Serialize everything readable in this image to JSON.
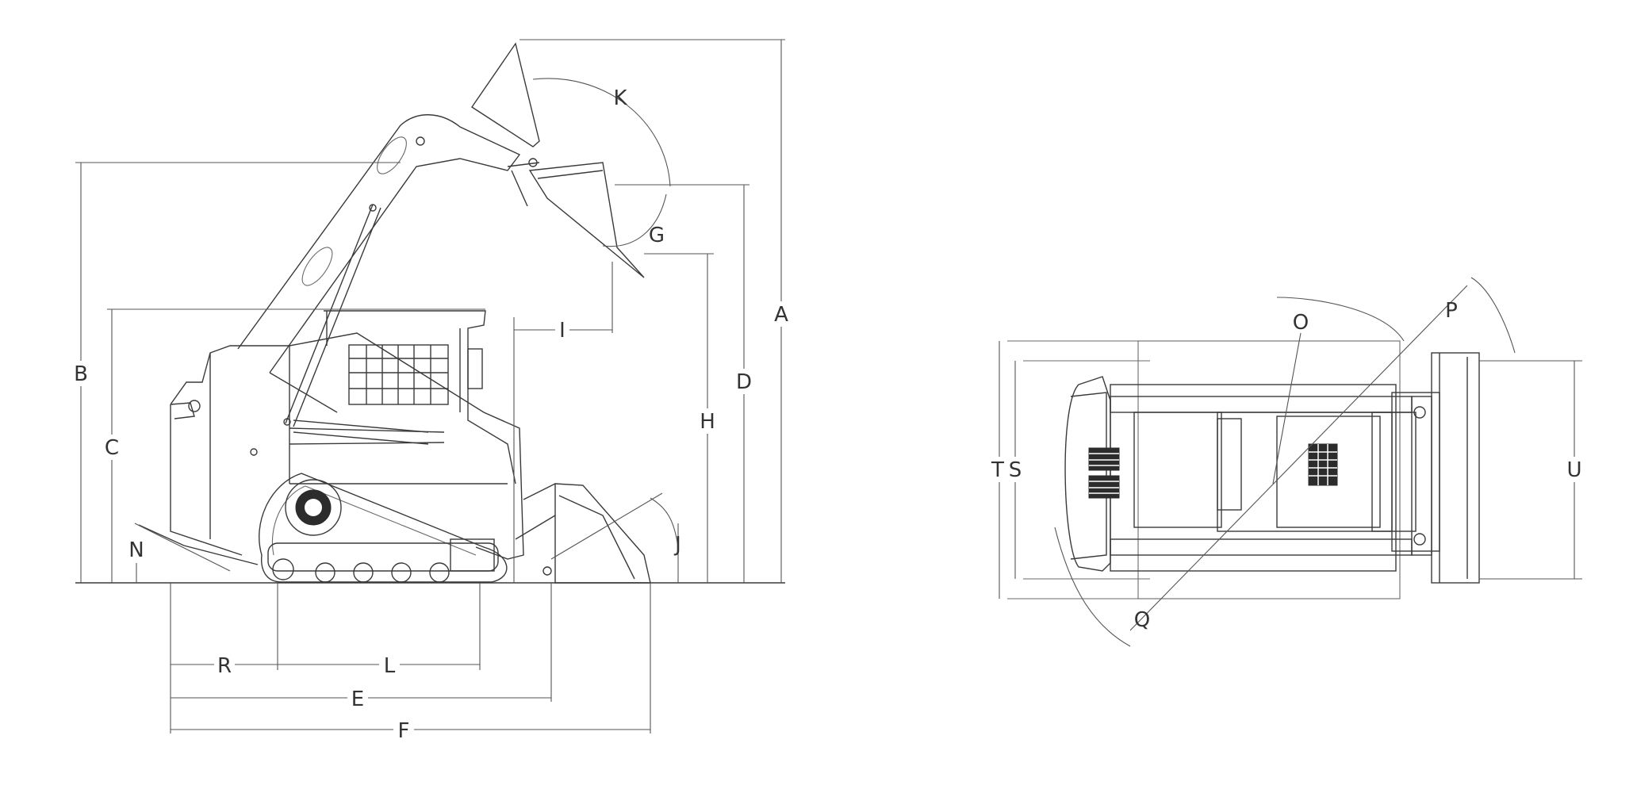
{
  "diagram": {
    "side_view": {
      "labels": {
        "A": "A",
        "B": "B",
        "C": "C",
        "D": "D",
        "E": "E",
        "F": "F",
        "G": "G",
        "H": "H",
        "I": "I",
        "J": "J",
        "K": "K",
        "L": "L",
        "N": "N",
        "R": "R"
      }
    },
    "top_view": {
      "labels": {
        "O": "O",
        "P": "P",
        "Q": "Q",
        "S": "S",
        "T": "T",
        "U": "U"
      }
    }
  }
}
